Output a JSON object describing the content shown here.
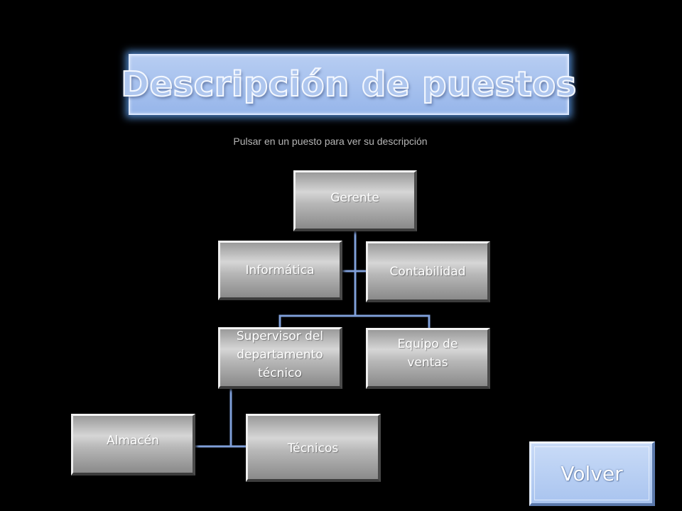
{
  "title": "Descripción de puestos",
  "subtitle": "Pulsar en un puesto para ver su descripción",
  "org_chart": {
    "nodes": {
      "gerente": "Gerente",
      "informatica": "Informática",
      "contabilidad": "Contabilidad",
      "supervisor": "Supervisor del departamento técnico",
      "ventas": "Equipo de ventas",
      "almacen": "Almacén",
      "tecnicos": "Técnicos"
    },
    "edges": [
      [
        "gerente",
        "informatica"
      ],
      [
        "gerente",
        "contabilidad"
      ],
      [
        "gerente",
        "supervisor"
      ],
      [
        "gerente",
        "ventas"
      ],
      [
        "supervisor",
        "almacen"
      ],
      [
        "supervisor",
        "tecnicos"
      ]
    ]
  },
  "volver_label": "Volver",
  "colors": {
    "background": "#000000",
    "title_banner": "#a6c0ee",
    "connector": "#7f9fd9",
    "box": "#b4b4b4",
    "volver_button": "#b9cff3"
  }
}
